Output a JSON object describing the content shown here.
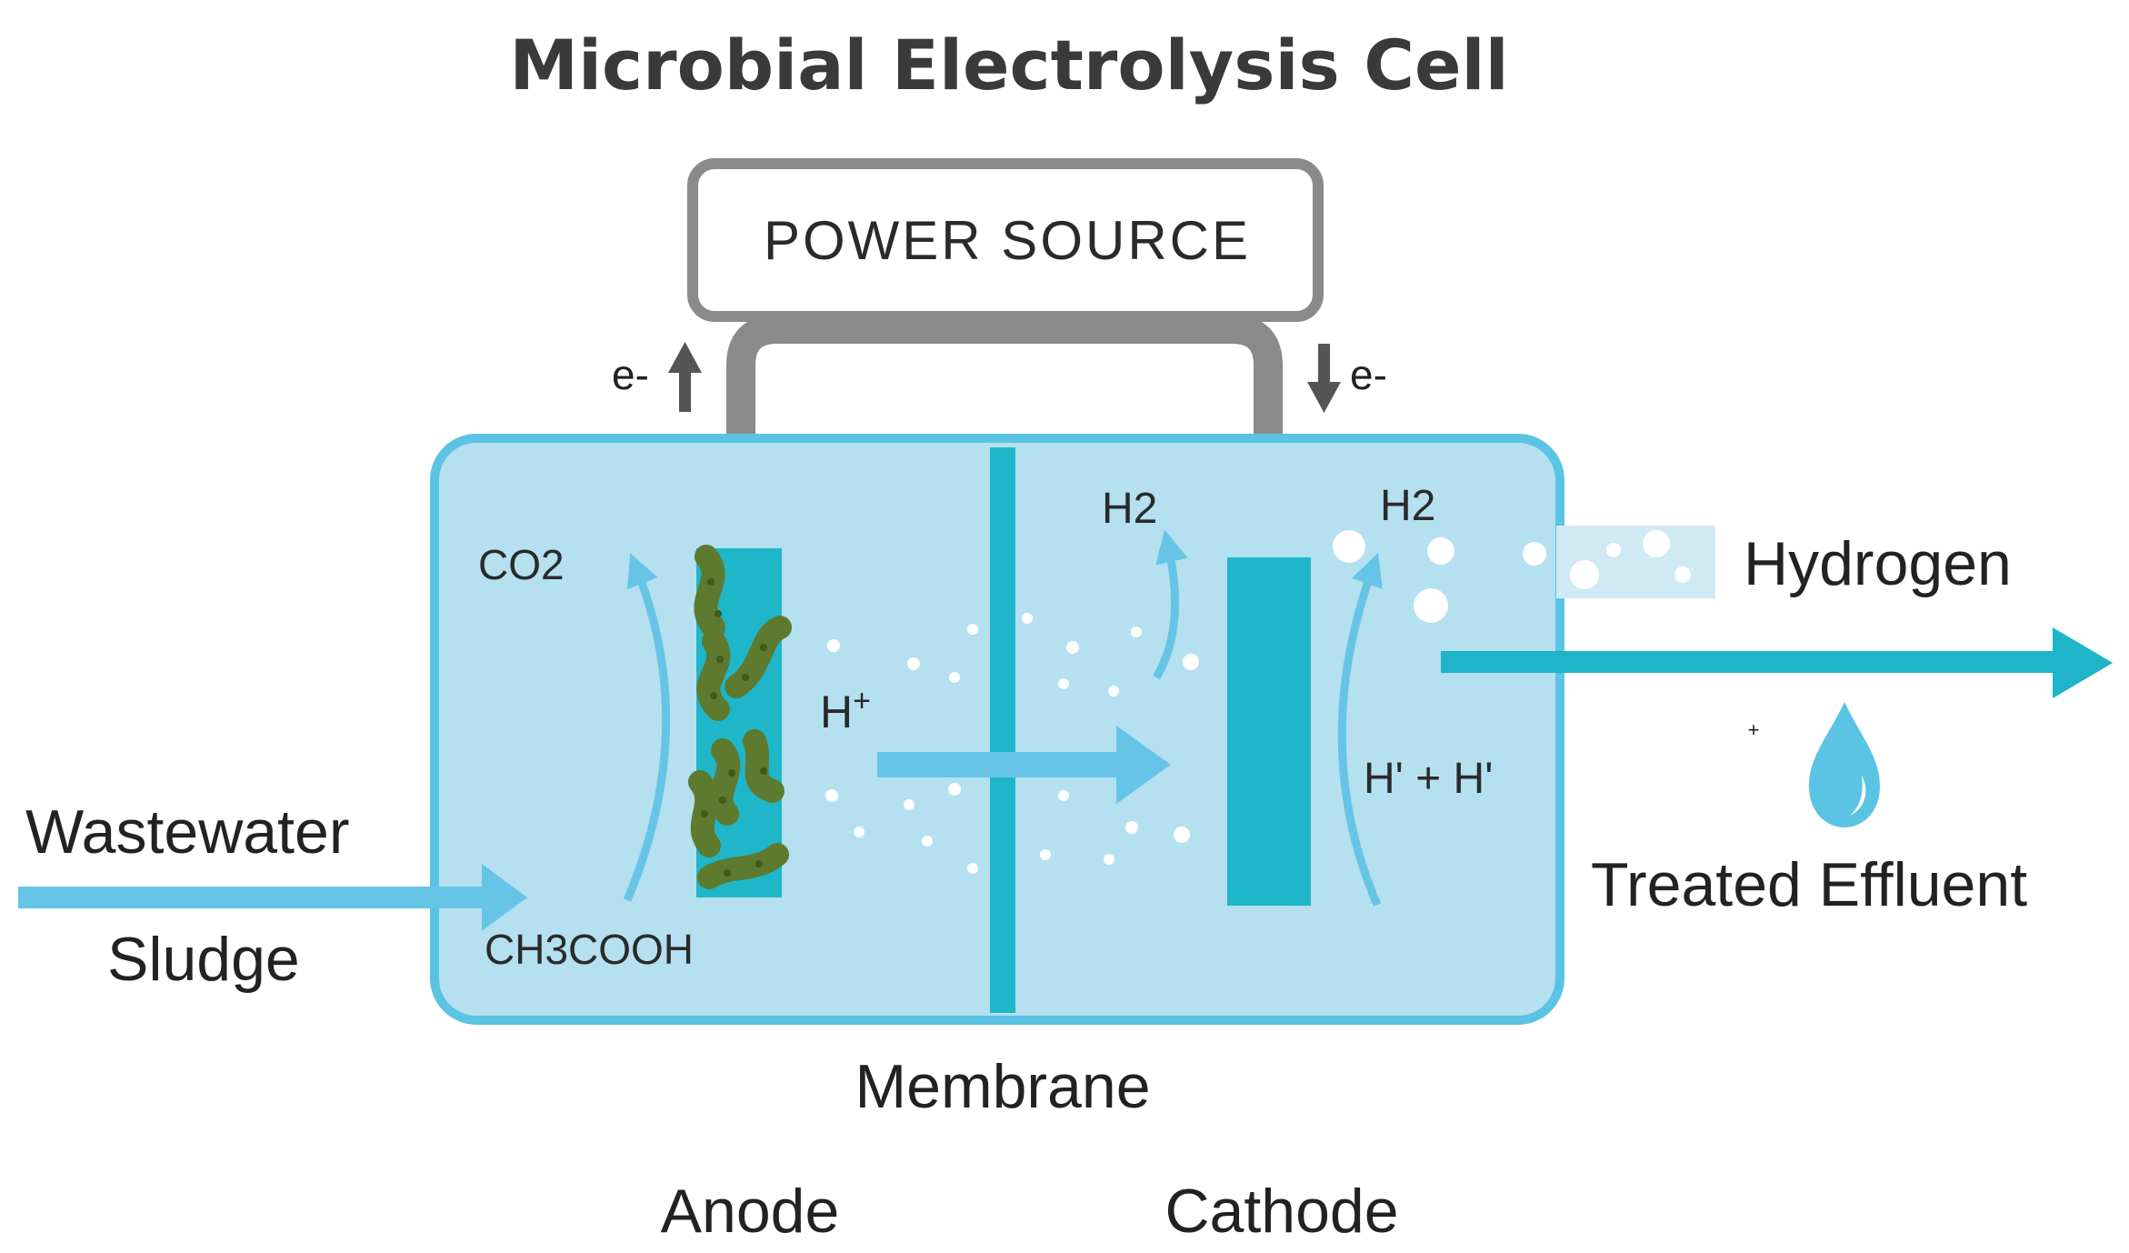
{
  "title": "Microbial Electrolysis Cell",
  "power_source": "POWER SOURCE",
  "electron_left": "e-",
  "electron_right": "e-",
  "co2": "CO2",
  "acetate": "CH3COOH",
  "proton": "H",
  "proton_sup": "+",
  "h2_mid": "H2",
  "h2_right": "H2",
  "h_plus_h": "H' + H'",
  "hydrogen": "Hydrogen",
  "treated_effluent": "Treated Effluent",
  "wastewater": "Wastewater",
  "sludge": "Sludge",
  "membrane": "Membrane",
  "anode": "Anode",
  "cathode": "Cathode",
  "small_mark": "+",
  "colors": {
    "tank_fill": "#b4e0f0",
    "tank_border": "#5bc3e3",
    "electrode": "#1fb6c9",
    "wire": "#8a8a8a",
    "arrow_light": "#66c4e6",
    "arrow_dark": "#1fb4c8",
    "bacteria": "#5d7a2e"
  },
  "icons": {
    "water_drop": "water-drop-icon",
    "bacteria": "bacteria-icon"
  }
}
